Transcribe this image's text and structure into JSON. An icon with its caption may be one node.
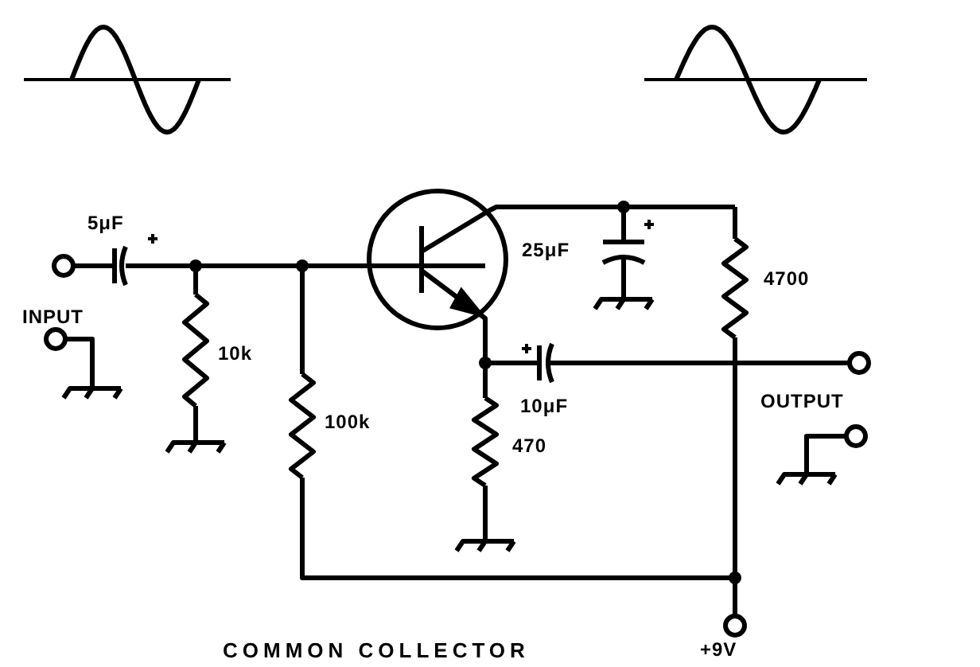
{
  "diagram": {
    "caption": "COMMON COLLECTOR",
    "labels": [
      "5μF",
      "INPUT",
      "10k",
      "100k",
      "25μF",
      "4700",
      "10μF",
      "470",
      "OUTPUT",
      "+9V"
    ]
  }
}
